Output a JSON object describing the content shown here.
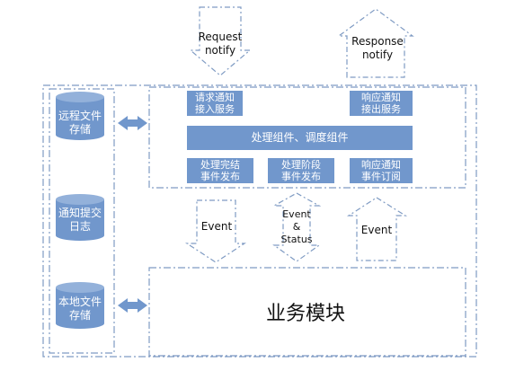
{
  "colors": {
    "box_fill": "#7197cc",
    "dashed_outline": "#7f9bc3",
    "text": "#111111"
  },
  "top_arrows": {
    "request": "Request\nnotify",
    "response": "Response\nnotify"
  },
  "services": {
    "access_request": "请求通知\n接入服务",
    "access_response": "响应通知\n接出服务",
    "processing_bar": "处理组件、调度组件",
    "publish_complete": "处理完结\n事件发布",
    "publish_stage": "处理阶段\n事件发布",
    "subscribe_response": "响应通知\n事件订阅"
  },
  "storage": {
    "remote": "远程文件\n存储",
    "log": "通知提交\n日志",
    "local": "本地文件\n存储"
  },
  "middle_arrows": {
    "down_event": "Event",
    "both_event_status": "Event\n&\nStatus",
    "up_event": "Event"
  },
  "business_module": "业务模块"
}
